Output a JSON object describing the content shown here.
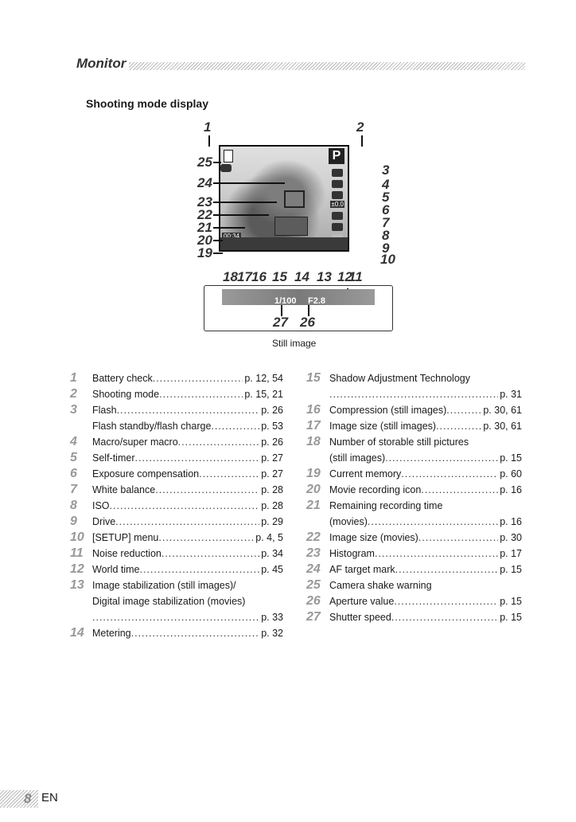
{
  "header": {
    "title": "Monitor"
  },
  "section": {
    "title": "Shooting mode display"
  },
  "diagram": {
    "screen": {
      "mode_letter": "P",
      "shutter": "1/100",
      "aperture": "F2.8",
      "rec_time": "00:34",
      "ev": "±0.0"
    },
    "callouts": [
      "1",
      "2",
      "3",
      "4",
      "5",
      "6",
      "7",
      "8",
      "9",
      "10",
      "11",
      "12",
      "13",
      "14",
      "15",
      "16",
      "17",
      "18",
      "19",
      "20",
      "21",
      "22",
      "23",
      "24",
      "25",
      "26",
      "27"
    ],
    "caption": "Still image"
  },
  "left_list": [
    {
      "n": "1",
      "label": "Battery check",
      "page": "p. 12, 54"
    },
    {
      "n": "2",
      "label": "Shooting mode",
      "page": "p. 15, 21"
    },
    {
      "n": "3",
      "label": "Flash",
      "page": "p. 26"
    },
    {
      "n": "",
      "label": "Flash standby/flash charge",
      "page": "p. 53"
    },
    {
      "n": "4",
      "label": "Macro/super macro",
      "page": "p. 26"
    },
    {
      "n": "5",
      "label": "Self-timer",
      "page": "p. 27"
    },
    {
      "n": "6",
      "label": "Exposure compensation",
      "page": "p. 27"
    },
    {
      "n": "7",
      "label": "White balance",
      "page": "p. 28"
    },
    {
      "n": "8",
      "label": "ISO",
      "page": "p. 28"
    },
    {
      "n": "9",
      "label": "Drive",
      "page": "p. 29"
    },
    {
      "n": "10",
      "label": "[SETUP] menu",
      "page": "p. 4, 5"
    },
    {
      "n": "11",
      "label": "Noise reduction",
      "page": "p. 34"
    },
    {
      "n": "12",
      "label": "World time",
      "page": "p. 45"
    },
    {
      "n": "13",
      "label": "Image stabilization (still images)/",
      "page": ""
    },
    {
      "n": "",
      "label": "Digital image stabilization (movies)",
      "page": ""
    },
    {
      "n": "",
      "label": "",
      "page": "p. 33"
    },
    {
      "n": "14",
      "label": "Metering",
      "page": "p. 32"
    }
  ],
  "right_list": [
    {
      "n": "15",
      "label": "Shadow Adjustment Technology",
      "page": ""
    },
    {
      "n": "",
      "label": "",
      "page": "p. 31"
    },
    {
      "n": "16",
      "label": "Compression (still images)",
      "page": "p. 30, 61"
    },
    {
      "n": "17",
      "label": "Image size (still images)",
      "page": "p. 30, 61"
    },
    {
      "n": "18",
      "label": "Number of storable still pictures",
      "page": ""
    },
    {
      "n": "",
      "label": "(still images)",
      "page": "p. 15"
    },
    {
      "n": "19",
      "label": "Current memory",
      "page": "p. 60"
    },
    {
      "n": "20",
      "label": "Movie recording icon",
      "page": "p. 16"
    },
    {
      "n": "21",
      "label": "Remaining recording time",
      "page": ""
    },
    {
      "n": "",
      "label": "(movies)",
      "page": "p. 16"
    },
    {
      "n": "22",
      "label": "Image size (movies)",
      "page": "p. 30"
    },
    {
      "n": "23",
      "label": "Histogram",
      "page": "p. 17"
    },
    {
      "n": "24",
      "label": "AF target mark",
      "page": "p. 15"
    },
    {
      "n": "25",
      "label": "Camera shake warning",
      "page": ""
    },
    {
      "n": "26",
      "label": "Aperture value",
      "page": "p. 15"
    },
    {
      "n": "27",
      "label": "Shutter speed",
      "page": "p. 15"
    }
  ],
  "footer": {
    "page_number": "8",
    "lang": "EN"
  }
}
